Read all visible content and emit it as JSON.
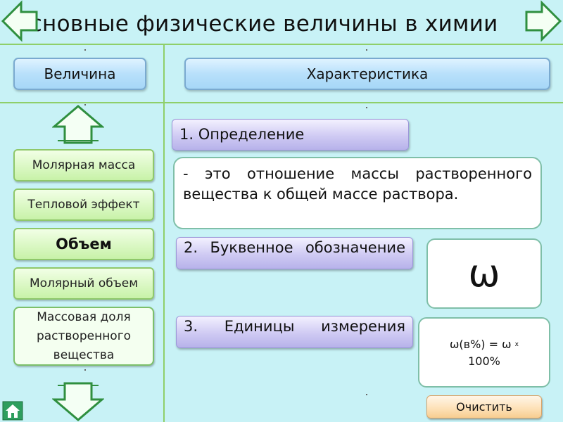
{
  "title": "Основные физические величины в химии",
  "header": {
    "left_label": "Величина",
    "right_label": "Характеристика"
  },
  "sidebar": {
    "items": [
      {
        "label": "Молярная масса"
      },
      {
        "label": "Тепловой эффект"
      },
      {
        "label": "Объем"
      },
      {
        "label": "Молярный объем"
      },
      {
        "label": "Массовая доля растворенного вещества"
      }
    ]
  },
  "content": {
    "definition_heading": "1. Определение",
    "definition_text": "- это отношение массы растворенного вещества к общей массе раствора.",
    "symbol_heading": "2. Буквенное обозначение",
    "symbol_value": "ω",
    "units_heading": "3. Единицы измерения",
    "units_value_line1": "ω(в%) = ω",
    "units_value_mult": "x",
    "units_value_line2": "100%"
  },
  "clear_button": "Очистить",
  "icons": {
    "prev": "arrow-left-icon",
    "next": "arrow-right-icon",
    "up": "arrow-up-icon",
    "down": "arrow-down-icon",
    "home": "home-icon"
  },
  "colors": {
    "background": "#c8f2f6",
    "grid_line": "#8fcf6a",
    "header_button": "#b8e0fb",
    "left_item": "#c8f2a8",
    "heading_box": "#cfcaf3",
    "clear_button": "#fde0b5"
  }
}
